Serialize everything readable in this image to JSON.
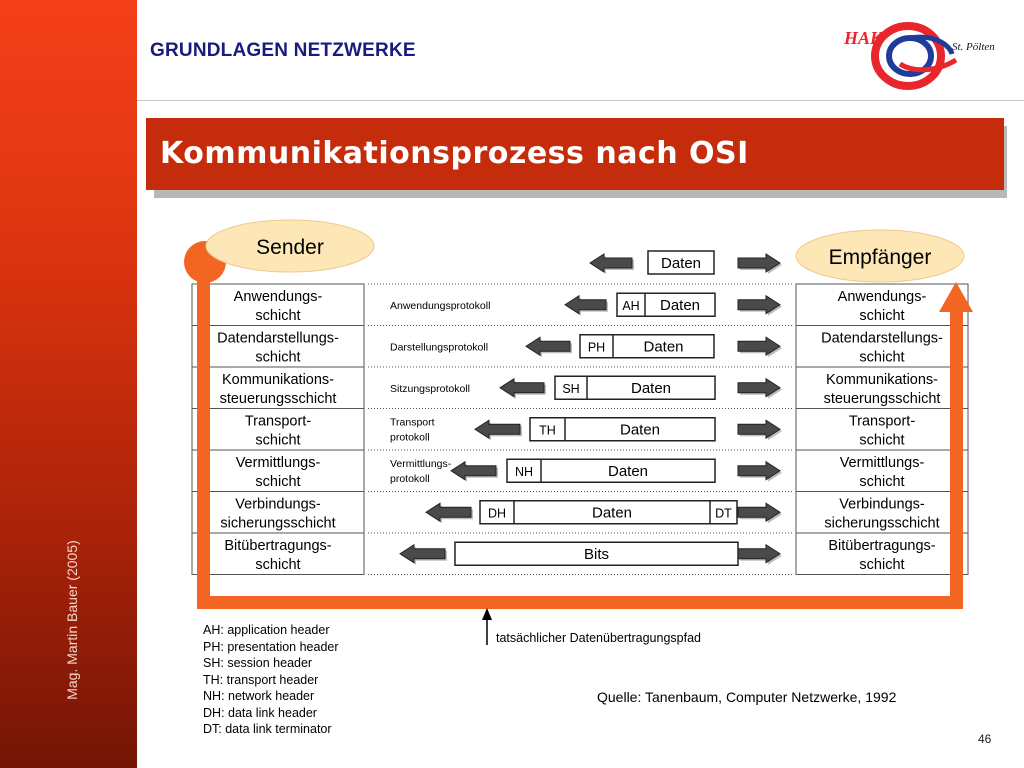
{
  "header": {
    "course": "GRUNDLAGEN NETZWERKE",
    "logo_text_left": "HAK",
    "logo_text_right": "St. Pölten"
  },
  "sidebar": {
    "author": "Mag. Martin Bauer (2005)"
  },
  "title": "Kommunikationsprozess nach OSI",
  "diagram": {
    "sender": "Sender",
    "receiver": "Empfänger",
    "top_data": "Daten",
    "layers": [
      {
        "left": [
          "Anwendungs-",
          "schicht"
        ],
        "protocol": [
          "Anwendungsprotokoll"
        ],
        "header": "AH",
        "payload": "Daten",
        "trailer": "",
        "right": [
          "Anwendungs-",
          "schicht"
        ]
      },
      {
        "left": [
          "Datendarstellungs-",
          "schicht"
        ],
        "protocol": [
          "Darstellungsprotokoll"
        ],
        "header": "PH",
        "payload": "Daten",
        "trailer": "",
        "right": [
          "Datendarstellungs-",
          "schicht"
        ]
      },
      {
        "left": [
          "Kommunikations-",
          "steuerungsschicht"
        ],
        "protocol": [
          "Sitzungsprotokoll"
        ],
        "header": "SH",
        "payload": "Daten",
        "trailer": "",
        "right": [
          "Kommunikations-",
          "steuerungsschicht"
        ]
      },
      {
        "left": [
          "Transport-",
          "schicht"
        ],
        "protocol": [
          "Transport",
          "protokoll"
        ],
        "header": "TH",
        "payload": "Daten",
        "trailer": "",
        "right": [
          "Transport-",
          "schicht"
        ]
      },
      {
        "left": [
          "Vermittlungs-",
          "schicht"
        ],
        "protocol": [
          "Vermittlungs-",
          "protokoll"
        ],
        "header": "NH",
        "payload": "Daten",
        "trailer": "",
        "right": [
          "Vermittlungs-",
          "schicht"
        ]
      },
      {
        "left": [
          "Verbindungs-",
          "sicherungsschicht"
        ],
        "protocol": [],
        "header": "DH",
        "payload": "Daten",
        "trailer": "DT",
        "right": [
          "Verbindungs-",
          "sicherungsschicht"
        ]
      },
      {
        "left": [
          "Bitübertragungs-",
          "schicht"
        ],
        "protocol": [],
        "header": "",
        "payload": "Bits",
        "trailer": "",
        "right": [
          "Bitübertragungs-",
          "schicht"
        ]
      }
    ],
    "path_label": "tatsächlicher Datenübertragungspfad",
    "colors": {
      "path": "#f26522",
      "title": "#c42c0c",
      "bubble": "#fde7b7"
    }
  },
  "legend": [
    {
      "abbr": "AH",
      "text": ": application header"
    },
    {
      "abbr": "PH",
      "text": ": presentation header"
    },
    {
      "abbr": "SH",
      "text": ": session header"
    },
    {
      "abbr": "TH",
      "text": ": transport header"
    },
    {
      "abbr": "NH",
      "text": ": network header"
    },
    {
      "abbr": "DH",
      "text": ": data link header"
    },
    {
      "abbr": "DT",
      "text": ": data link terminator"
    }
  ],
  "source": "Quelle: Tanenbaum, Computer Netzwerke, 1992",
  "page_number": "46"
}
